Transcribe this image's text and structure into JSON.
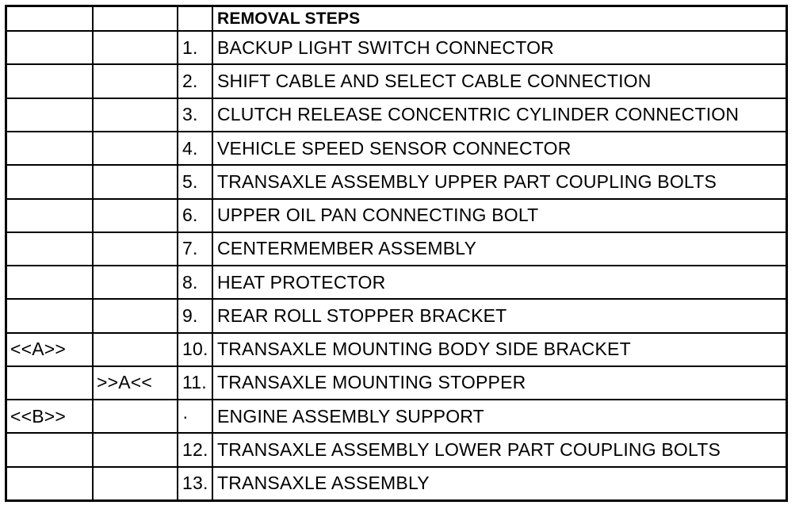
{
  "table": {
    "header": "REMOVAL STEPS",
    "rows": [
      {
        "a": "",
        "b": "",
        "num": "1.",
        "text": "BACKUP LIGHT SWITCH CONNECTOR"
      },
      {
        "a": "",
        "b": "",
        "num": "2.",
        "text": "SHIFT CABLE AND SELECT CABLE CONNECTION"
      },
      {
        "a": "",
        "b": "",
        "num": "3.",
        "text": "CLUTCH RELEASE CONCENTRIC CYLINDER CONNECTION"
      },
      {
        "a": "",
        "b": "",
        "num": "4.",
        "text": "VEHICLE SPEED SENSOR CONNECTOR"
      },
      {
        "a": "",
        "b": "",
        "num": "5.",
        "text": "TRANSAXLE ASSEMBLY UPPER PART COUPLING BOLTS"
      },
      {
        "a": "",
        "b": "",
        "num": "6.",
        "text": "UPPER OIL PAN CONNECTING BOLT"
      },
      {
        "a": "",
        "b": "",
        "num": "7.",
        "text": "CENTERMEMBER ASSEMBLY"
      },
      {
        "a": "",
        "b": "",
        "num": "8.",
        "text": "HEAT PROTECTOR"
      },
      {
        "a": "",
        "b": "",
        "num": "9.",
        "text": "REAR ROLL STOPPER BRACKET"
      },
      {
        "a": "<<A>>",
        "b": "",
        "num": "10.",
        "text": "TRANSAXLE MOUNTING BODY SIDE BRACKET"
      },
      {
        "a": "",
        "b": ">>A<<",
        "num": "11.",
        "text": "TRANSAXLE MOUNTING STOPPER"
      },
      {
        "a": "<<B>>",
        "b": "",
        "num": "·",
        "text": "ENGINE ASSEMBLY SUPPORT"
      },
      {
        "a": "",
        "b": "",
        "num": "12.",
        "text": "TRANSAXLE ASSEMBLY LOWER PART COUPLING BOLTS"
      },
      {
        "a": "",
        "b": "",
        "num": "13.",
        "text": "TRANSAXLE ASSEMBLY"
      }
    ]
  }
}
